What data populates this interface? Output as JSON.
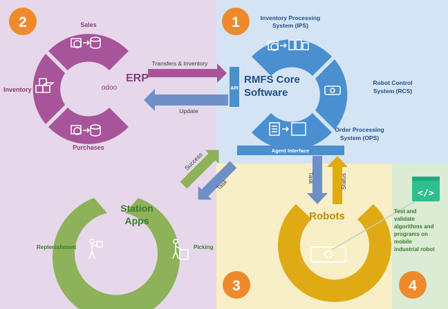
{
  "badges": {
    "one": "1",
    "two": "2",
    "three": "3",
    "four": "4"
  },
  "erp": {
    "title": "ERP",
    "logo": "odoo",
    "sales": "Sales",
    "inventory": "Inventory",
    "purchases": "Purchases"
  },
  "core": {
    "title_line1": "RMFS Core",
    "title_line2": "Software",
    "api": "API",
    "ips_line1": "Inventory Processing",
    "ips_line2": "System (IPS)",
    "rcs_line1": "Robot Control",
    "rcs_line2": "System (RCS)",
    "ops_line1": "Order Processing",
    "ops_line2": "System (OPS)",
    "agent_interface": "Agent Interface"
  },
  "flows": {
    "transfers": "Transfers & Inventory",
    "update": "Update",
    "success": "Success",
    "task_left": "Task",
    "task_down": "Task",
    "status": "Status"
  },
  "station": {
    "title_line1": "Station",
    "title_line2": "Apps",
    "replenishment": "Replenishment",
    "picking": "Picking"
  },
  "robots": {
    "title": "Robots"
  },
  "test": {
    "line1": "Test and",
    "line2": "validate",
    "line3": "algorithms and",
    "line4": "programs on",
    "line5": "mobile",
    "line6": "industrial robot"
  },
  "colors": {
    "erp_region": "#e6d8ea",
    "core_region": "#d4e4f4",
    "robots_region": "#f8efc6",
    "test_region": "#dcecd4",
    "erp_purple": "#a8549a",
    "core_blue": "#4a8fd0",
    "station_green": "#8db25a",
    "robot_gold": "#e0aa14",
    "badge_orange": "#ef8a2c",
    "code_green": "#2fbf8f"
  }
}
